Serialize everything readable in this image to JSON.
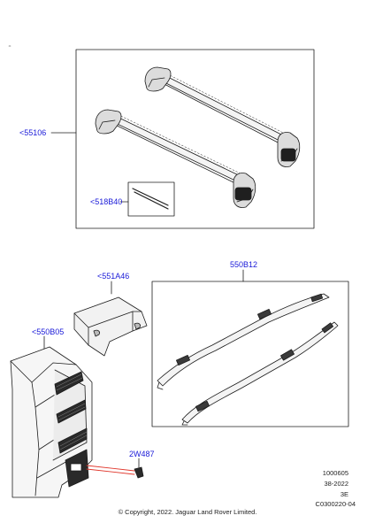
{
  "labels": {
    "roof_crossbars": "<55106",
    "crossbar_strip": "<518B40",
    "side_rails": "550B12",
    "rail_cover": "<551A46",
    "side_step": "<550B05",
    "step_fastener": "2W487"
  },
  "meta": {
    "line1": "1000605",
    "line2": "38-2022",
    "line3": "3E",
    "line4": "C0300220-04"
  },
  "copyright": "© Copyright, 2022. Jaguar Land Rover Limited.",
  "colors": {
    "label_blue": "#1a1ad8",
    "leader_red": "#e0362b",
    "line": "#1c1c1c"
  }
}
